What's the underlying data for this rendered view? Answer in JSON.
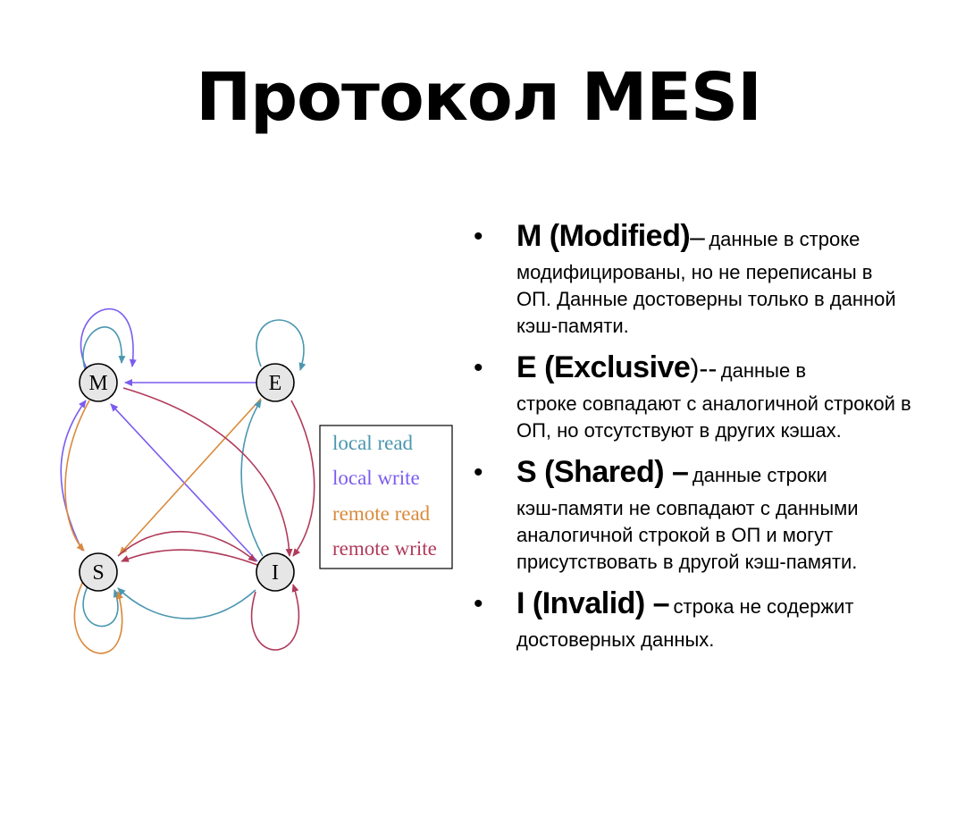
{
  "title": "Протокол MESI",
  "diagram": {
    "nodes": {
      "m": "M",
      "e": "E",
      "s": "S",
      "i": "I"
    },
    "legend": [
      {
        "label": "local read",
        "color": "#4a97b0"
      },
      {
        "label": "local write",
        "color": "#7b5cf0"
      },
      {
        "label": "remote read",
        "color": "#d98a3c"
      },
      {
        "label": "remote write",
        "color": "#b03a5a"
      }
    ]
  },
  "states": [
    {
      "term": "M (Modified)",
      "sep": "–",
      "desc_inline": "данные в строке",
      "desc_rest": "модифицированы, но не переписаны в ОП. Данные достоверны только в данной кэш-памяти."
    },
    {
      "term": "E (Exclusive",
      "sep": ")--",
      "desc_inline": "данные в",
      "desc_rest": "строке совпадают с аналогичной строкой в ОП, но отсутствуют в других кэшах."
    },
    {
      "term": "S (Shared) –",
      "sep": "",
      "desc_inline": "данные строки",
      "desc_rest": "кэш-памяти не совпадают с данными аналогичной строкой в ОП и могут присутствовать в другой кэш-памяти."
    },
    {
      "term": "I (Invalid) –",
      "sep": "",
      "desc_inline": "строка не содержит",
      "desc_rest": "достоверных данных."
    }
  ]
}
